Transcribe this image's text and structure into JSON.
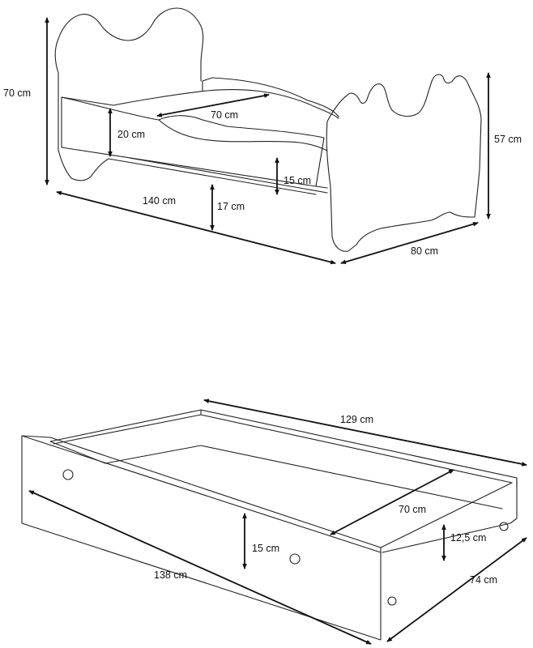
{
  "bed": {
    "dimensions": {
      "height_total": "70 cm",
      "height_side": "57 cm",
      "length": "140 cm",
      "width": "80 cm",
      "mattress_length": "70 cm",
      "rail_height": "20 cm",
      "front_panel": "15 cm",
      "clearance": "17 cm"
    }
  },
  "drawer": {
    "dimensions": {
      "back_length": "129 cm",
      "inner_depth": "70 cm",
      "inner_height": "12,5 cm",
      "height": "15 cm",
      "front_length": "138 cm",
      "width": "74 cm"
    }
  }
}
